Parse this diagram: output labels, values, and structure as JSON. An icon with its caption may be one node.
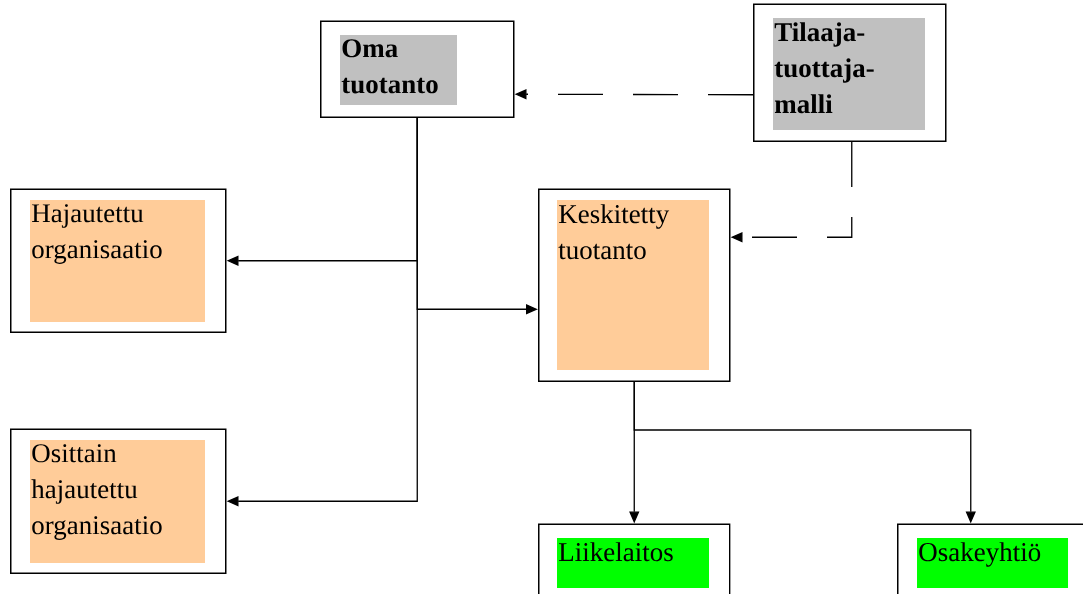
{
  "diagram": {
    "nodes": [
      {
        "text": [
          "Oma tuotanto"
        ]
      },
      {
        "text": [
          "Tilaaja- tuottaja- malli"
        ]
      },
      {
        "text": [
          "Hajautettu organisaatio"
        ]
      },
      {
        "text": [
          "Keskitetty tuotanto"
        ]
      },
      {
        "text": [
          "Osittain hajautettu organisaatio"
        ]
      },
      {
        "text": [
          "Liikelaitos"
        ]
      },
      {
        "text": [
          "Osakeyhtiö"
        ]
      }
    ],
    "edges": [
      {
        "from": 1,
        "to": 0,
        "arrow": "to",
        "style": "dashed"
      },
      {
        "from": 1,
        "to": 3,
        "arrow": "to",
        "style": "dashed"
      },
      {
        "from": 0,
        "to": 2,
        "arrow": "to"
      },
      {
        "from": 0,
        "to": 3,
        "arrow": "to"
      },
      {
        "from": 0,
        "to": 4,
        "arrow": "to"
      },
      {
        "from": 3,
        "to": 5,
        "arrow": "to"
      },
      {
        "from": 3,
        "to": 6,
        "arrow": "to"
      }
    ]
  }
}
